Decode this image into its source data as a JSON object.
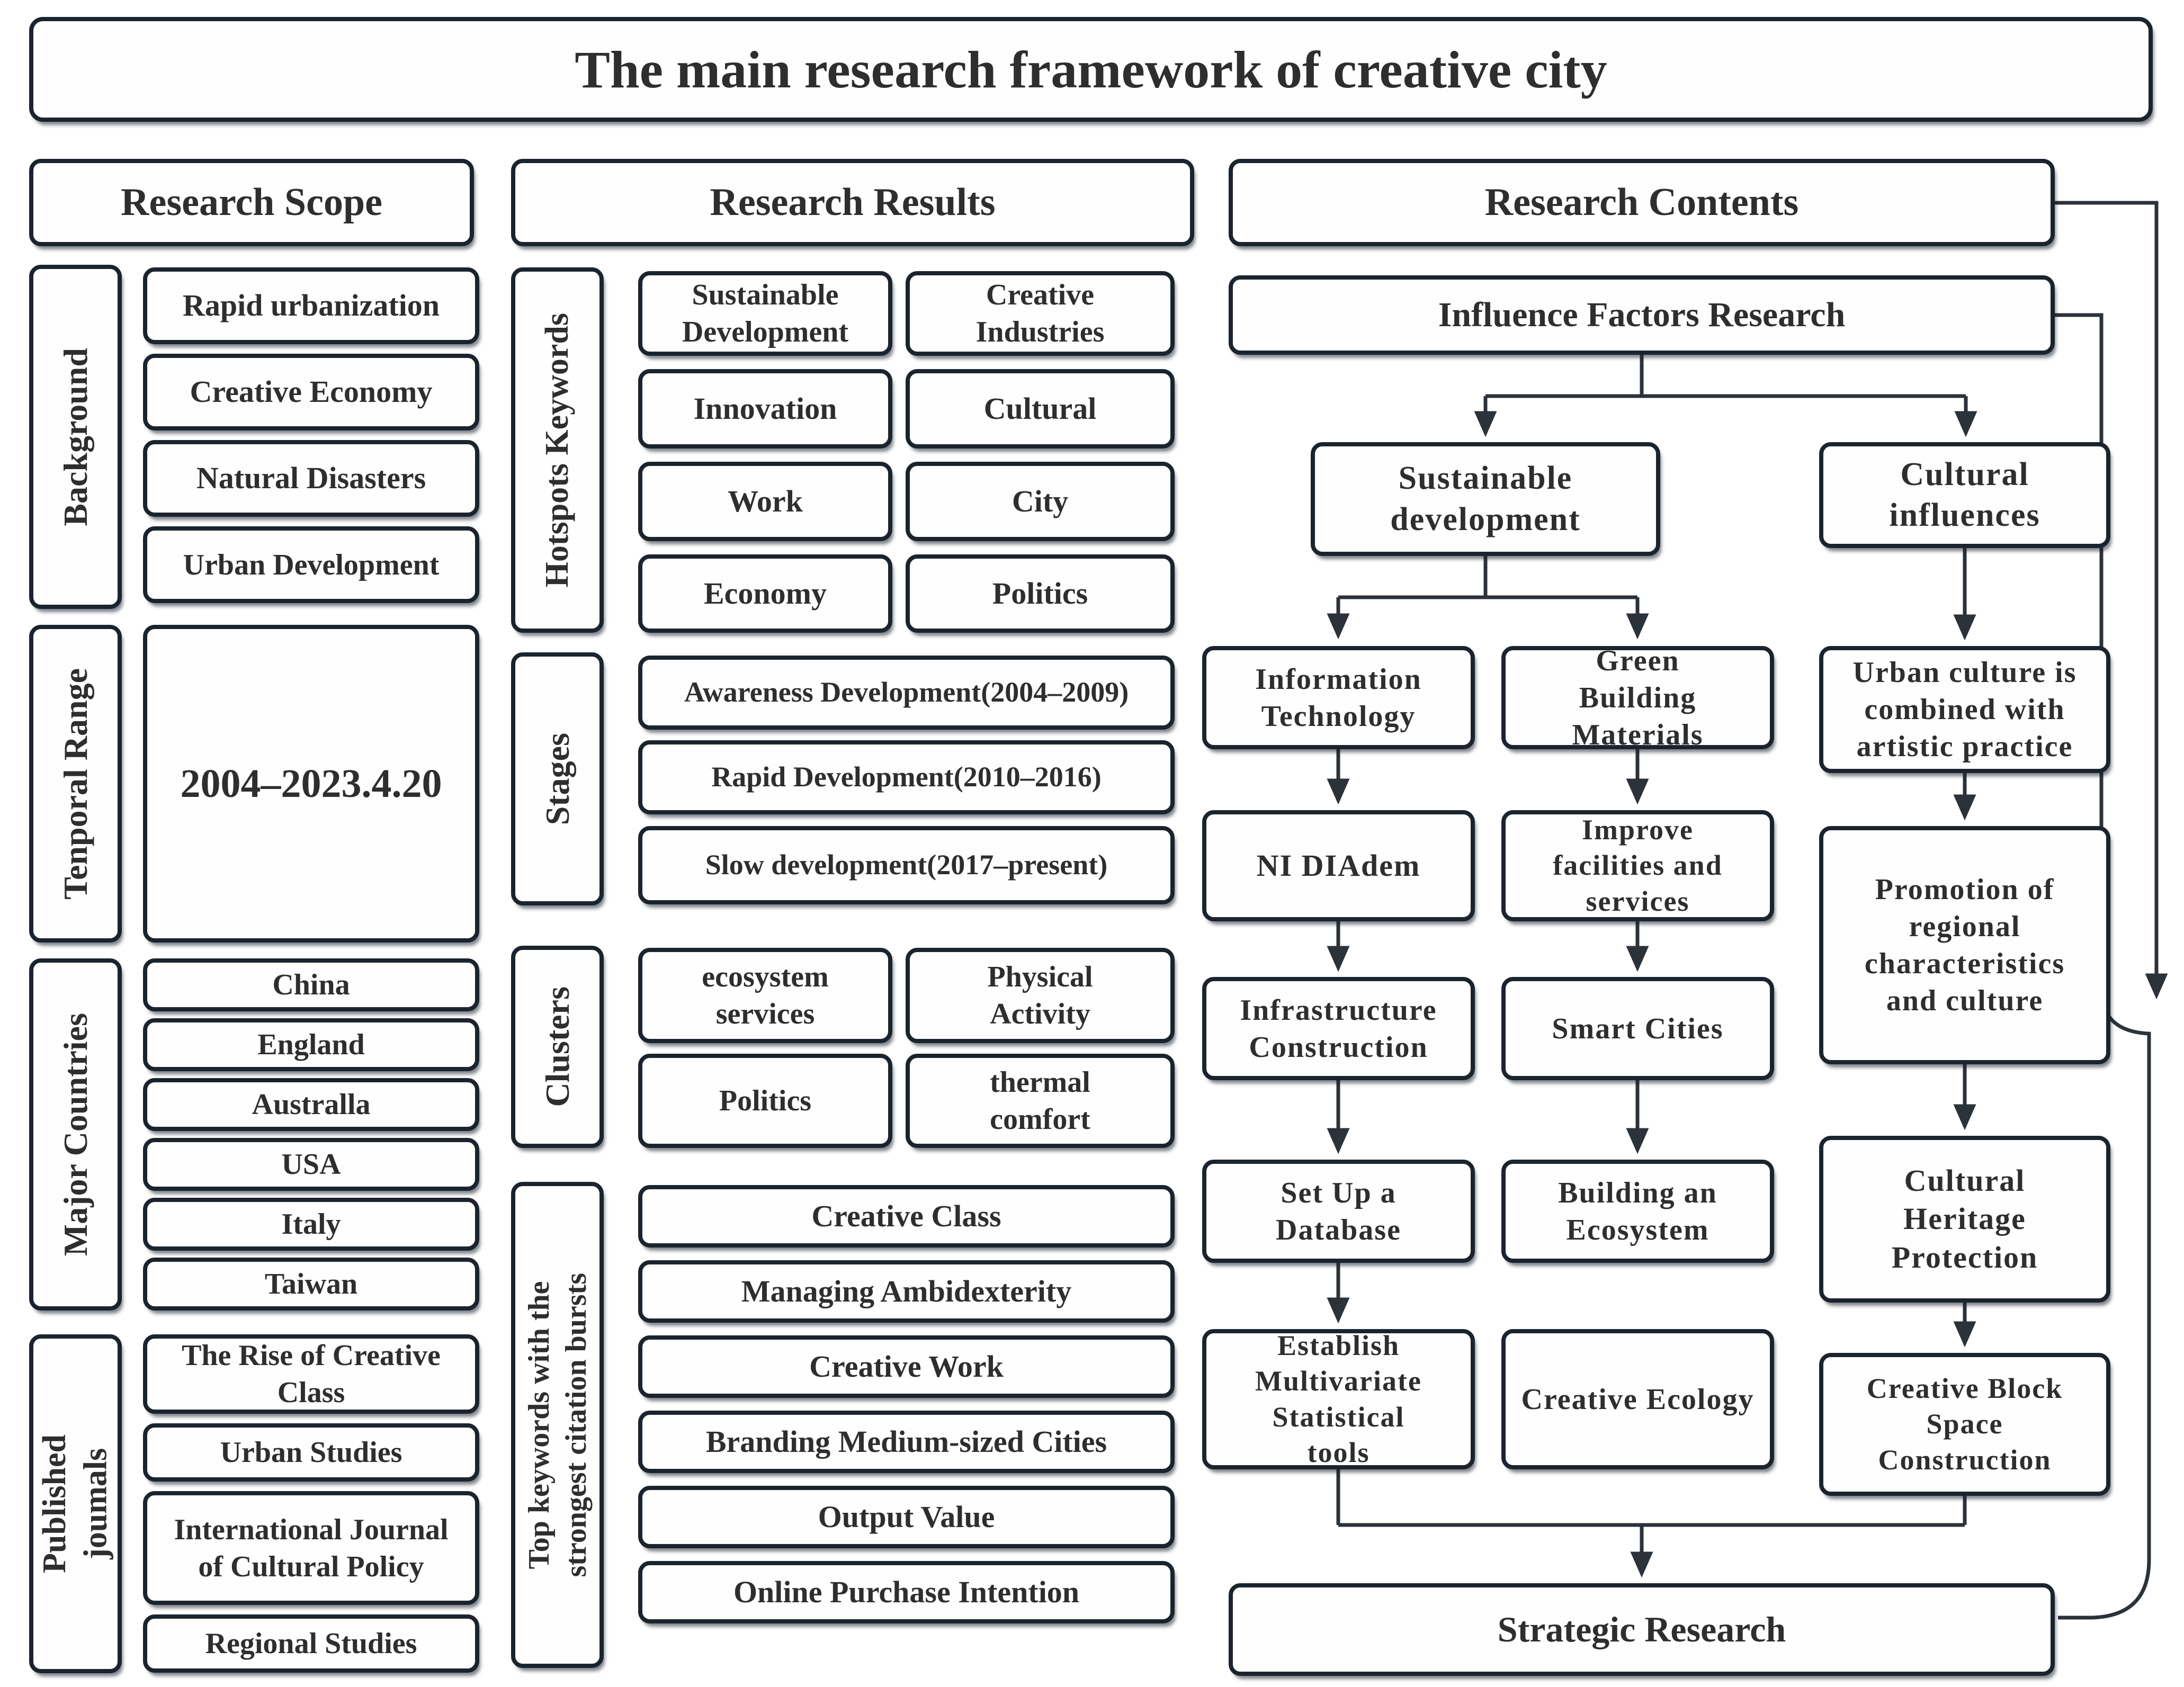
{
  "title": "The main research framework of creative city",
  "colors": {
    "background": "#ffffff",
    "box_fill": "#fefefe",
    "border": "#1b242e",
    "line": "#2c323a",
    "text": "#2e2e2e"
  },
  "scope": {
    "header": "Research Scope",
    "groups": [
      {
        "label": "Background",
        "items": [
          "Rapid urbanization",
          "Creative Economy",
          "Natural Disasters",
          "Urban Development"
        ]
      },
      {
        "label": "Tenporal Range",
        "items": [
          "2004–2023.4.20"
        ]
      },
      {
        "label": "Major Countries",
        "items": [
          "China",
          "England",
          "Australla",
          "USA",
          "Italy",
          "Taiwan"
        ]
      },
      {
        "label": "Published\njoumals",
        "items": [
          "The Rise of Creative Class",
          "Urban Studies",
          "International Journal of Cultural Policy",
          "Regional Studies"
        ]
      }
    ]
  },
  "results": {
    "header": "Research Results",
    "groups": [
      {
        "label": "Hotspots Keywords",
        "items": [
          "Sustainable Development",
          "Creative Industries",
          "Innovation",
          "Cultural",
          "Work",
          "City",
          "Economy",
          "Politics"
        ]
      },
      {
        "label": "Stages",
        "items": [
          "Awareness Development(2004–2009)",
          "Rapid Development(2010–2016)",
          "Slow development(2017–present)"
        ]
      },
      {
        "label": "Clusters",
        "items": [
          "ecosystem services",
          "Physical Activity",
          "Politics",
          "thermal comfort"
        ]
      },
      {
        "label": "Top keywords with the\nstrongest citation bursts",
        "items": [
          "Creative Class",
          "Managing Ambidexterity",
          "Creative Work",
          "Branding Medium-sized Cities",
          "Output Value",
          "Online Purchase Intention"
        ]
      }
    ]
  },
  "contents": {
    "header": "Research Contents",
    "influence": "Influence Factors Research",
    "sustainable": "Sustainable development",
    "cultural": "Cultural influences",
    "chain_a": [
      "Information Technology",
      "NI DIAdem",
      "Infrastructure Construction",
      "Set Up a Database",
      "Establish Multivariate Statistical tools"
    ],
    "chain_b": [
      "Green Building Materials",
      "Improve facilities and services",
      "Smart Cities",
      "Building an Ecosystem",
      "Creative Ecology"
    ],
    "chain_c": [
      "Urban culture is combined with artistic practice",
      "Promotion of regional characteristics and culture",
      "Cultural Heritage Protection",
      "Creative Block Space Construction"
    ],
    "strategic": "Strategic Research"
  }
}
